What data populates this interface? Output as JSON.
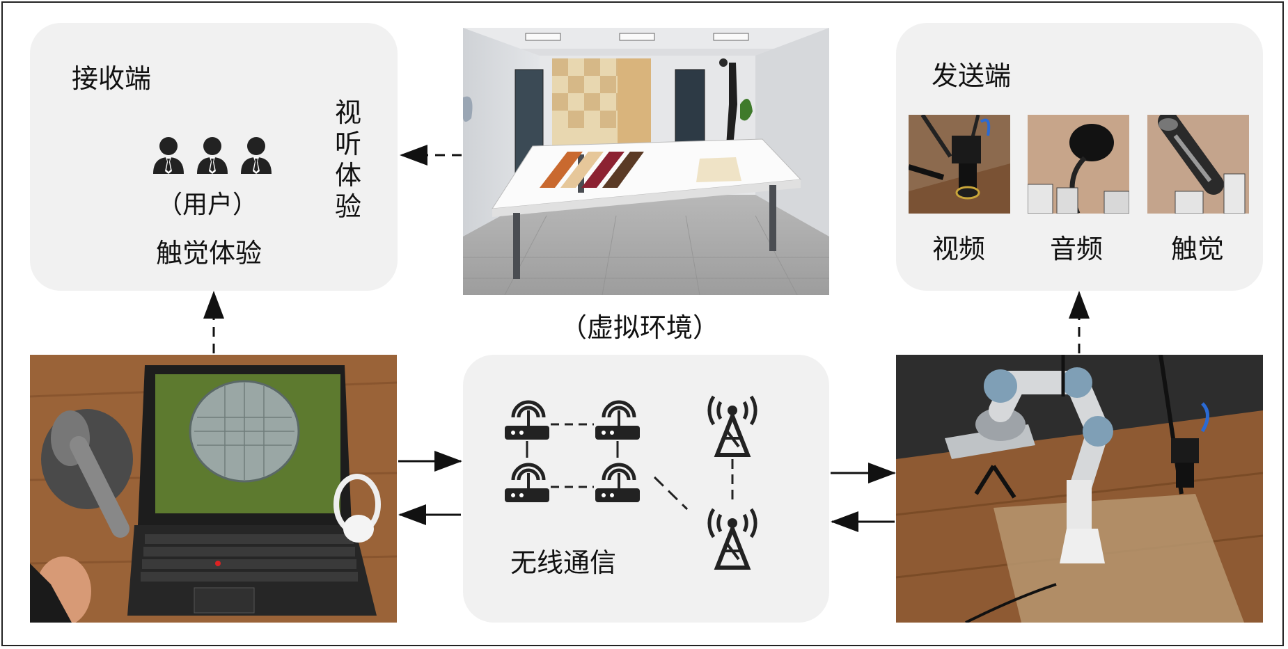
{
  "receiver": {
    "title": "接收端",
    "users_label": "（用户）",
    "haptic_label": "触觉体验",
    "av_label_chars": [
      "视",
      "听",
      "体",
      "验"
    ]
  },
  "sender": {
    "title": "发送端",
    "items": [
      {
        "label": "视频",
        "icon": "camera-photo"
      },
      {
        "label": "音频",
        "icon": "microphone-photo"
      },
      {
        "label": "触觉",
        "icon": "haptic-sensor-photo"
      }
    ]
  },
  "virtual_env": {
    "caption": "（虚拟环境）"
  },
  "wireless": {
    "label": "无线通信"
  },
  "icons": {
    "user": "user-icon",
    "router": "router-icon",
    "tower": "cell-tower-icon"
  },
  "colors": {
    "panel": "#f1f1f1",
    "icon": "#222222",
    "wood": "#9a6338"
  }
}
